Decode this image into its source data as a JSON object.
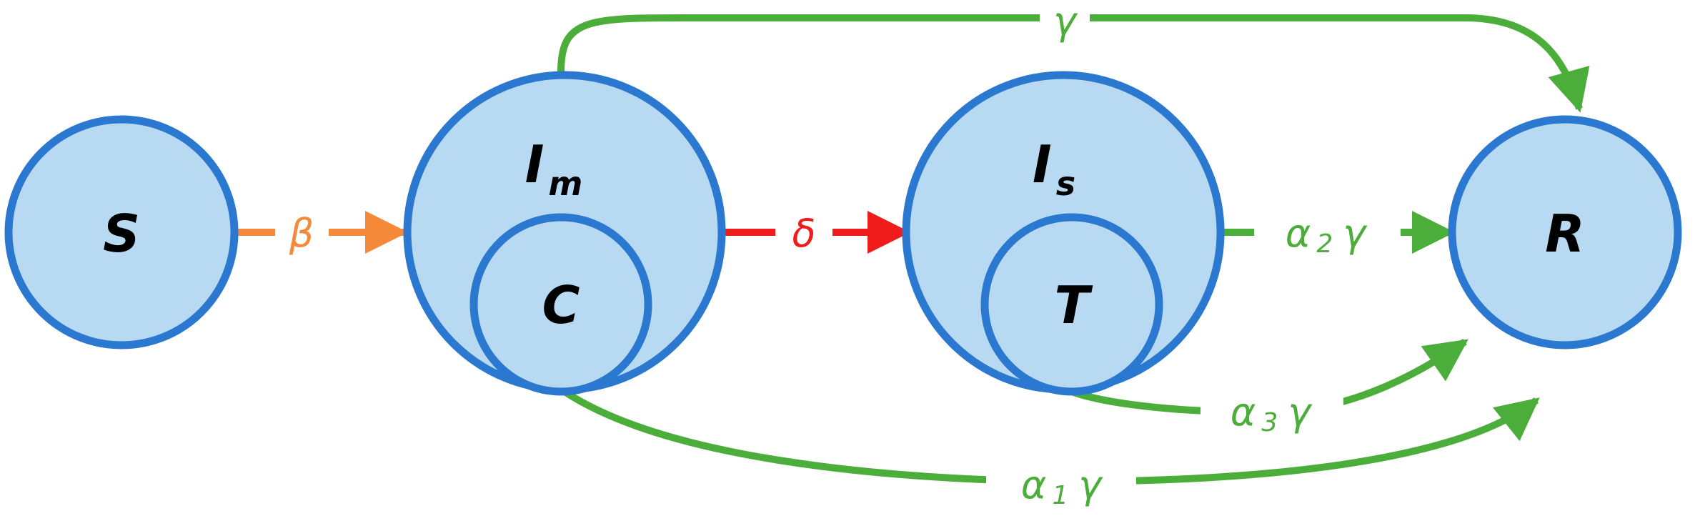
{
  "colors": {
    "node_fill": "#b7d9f1",
    "node_stroke": "#2a78d0",
    "infection": "#f5893a",
    "progression": "#f01c1c",
    "recovery": "#4cae3a"
  },
  "nodes": {
    "S": {
      "label": "S"
    },
    "Im": {
      "label": "I",
      "sub": "m"
    },
    "C": {
      "label": "C"
    },
    "Is": {
      "label": "I",
      "sub": "s"
    },
    "T": {
      "label": "T"
    },
    "R": {
      "label": "R"
    }
  },
  "rates": {
    "beta": "β",
    "delta": "δ",
    "gamma_top": "γ",
    "a2": {
      "base": "α",
      "sub": "2",
      "rate": "γ"
    },
    "a3": {
      "base": "α",
      "sub": "3",
      "rate": "γ"
    },
    "a1": {
      "base": "α",
      "sub": "1",
      "rate": "γ"
    }
  }
}
